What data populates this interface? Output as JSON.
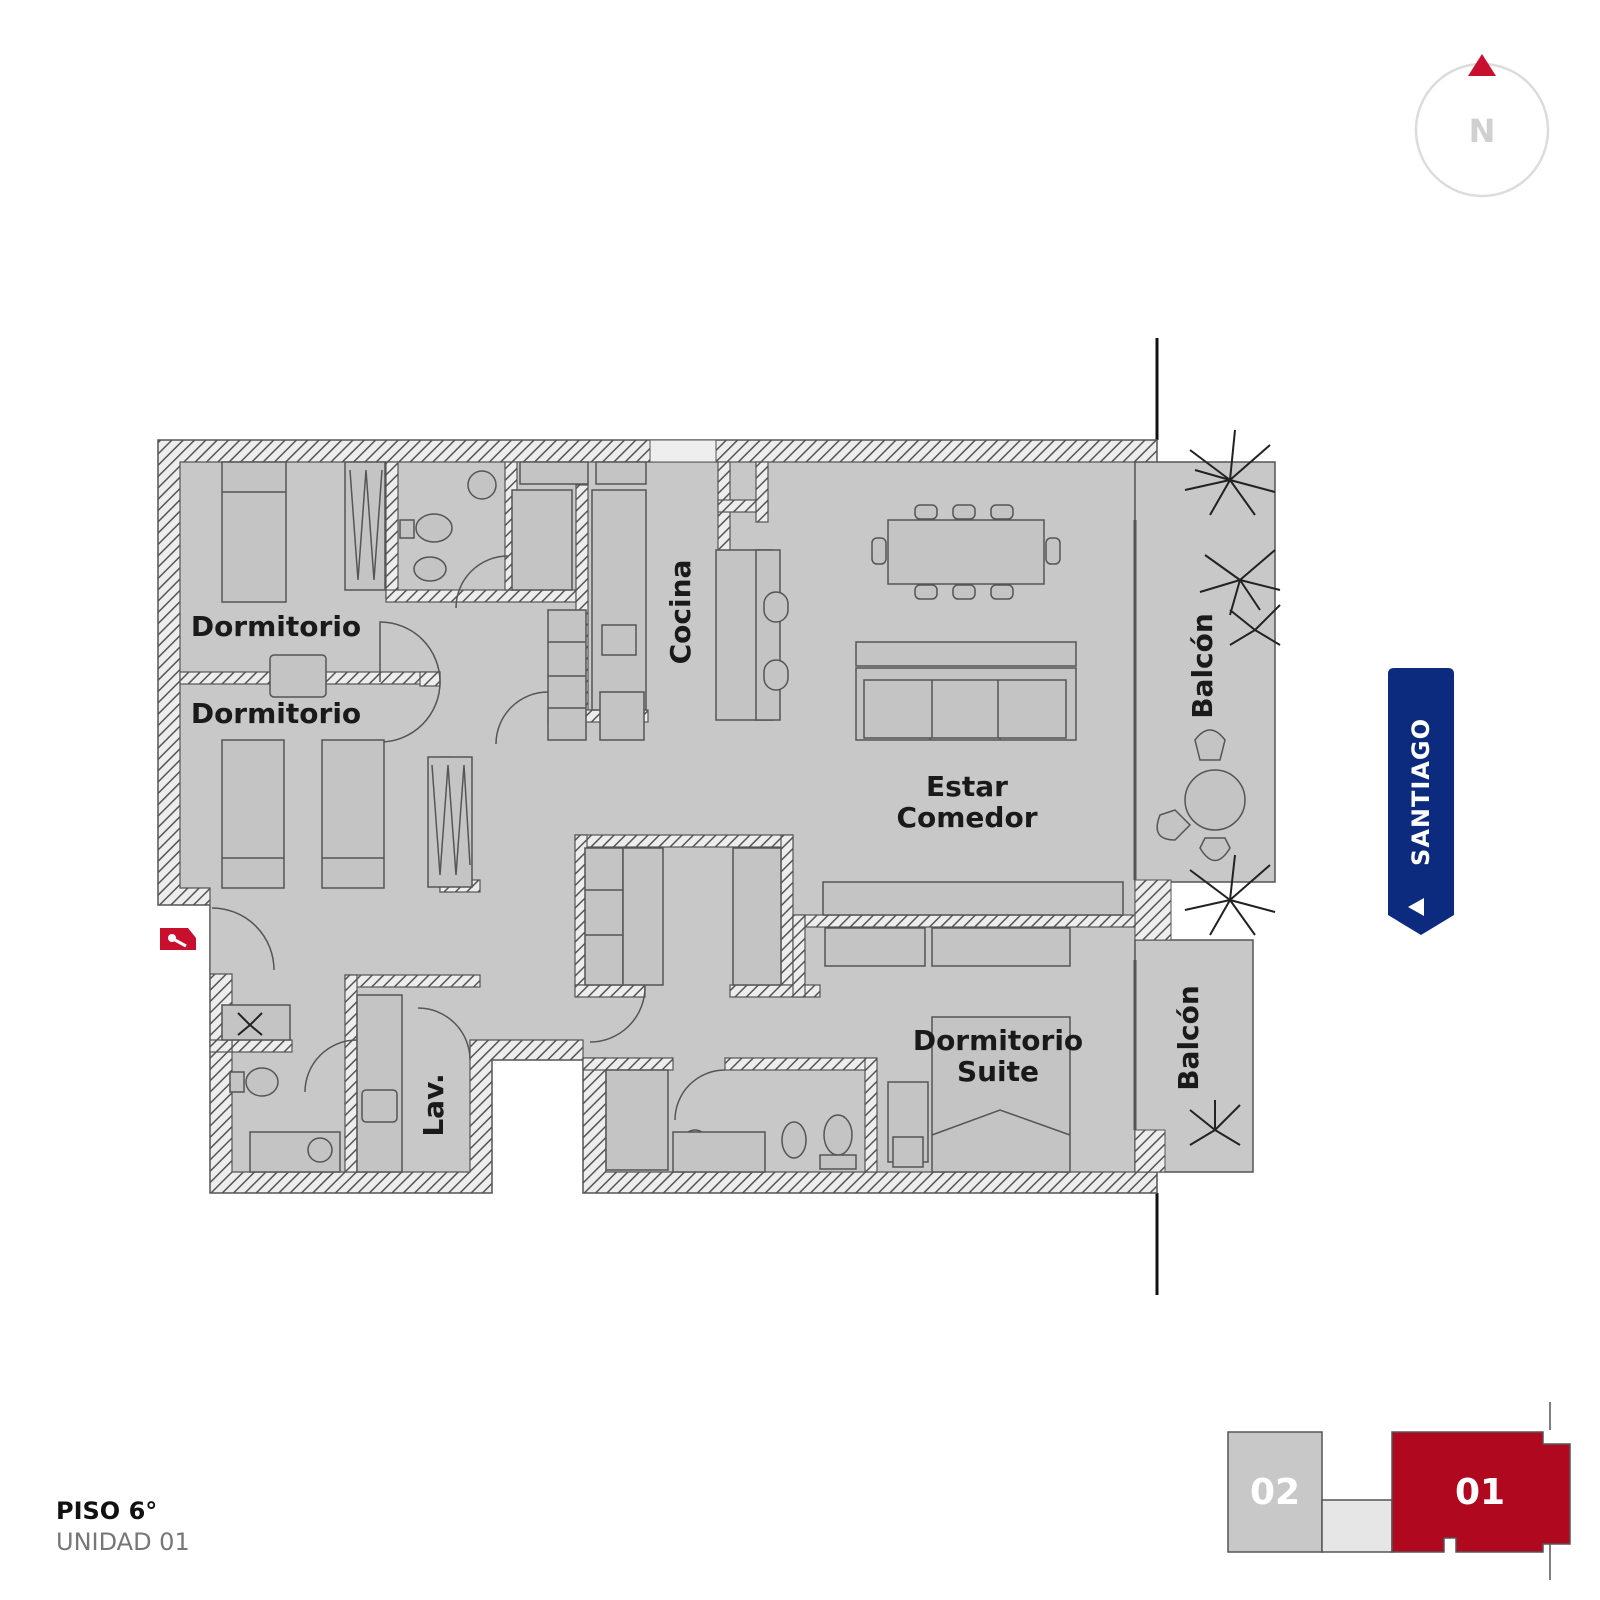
{
  "floor_info": {
    "title": "PISO 6°",
    "unit": "UNIDAD 01"
  },
  "compass": {
    "label": "N",
    "icon": "north-arrow-icon"
  },
  "street": {
    "name": "SANTIAGO",
    "icon": "triangle-left-icon"
  },
  "rooms": {
    "dormitorio_1": "Dormitorio",
    "dormitorio_2": "Dormitorio",
    "cocina": "Cocina",
    "estar_1": "Estar",
    "estar_2": "Comedor",
    "balcon_1": "Balcón",
    "balcon_2": "Balcón",
    "suite_1": "Dormitorio",
    "suite_2": "Suite",
    "lav": "Lav."
  },
  "key_plan": {
    "unit_a": "02",
    "unit_b": "01"
  },
  "entrance": {
    "icon": "key-icon"
  },
  "colors": {
    "accent": "#c8102e",
    "street_bg": "#0d2b7e",
    "floor": "#c8c8c8",
    "wall": "#8a8a8a",
    "key_plan_gray": "#c8c8c8"
  }
}
